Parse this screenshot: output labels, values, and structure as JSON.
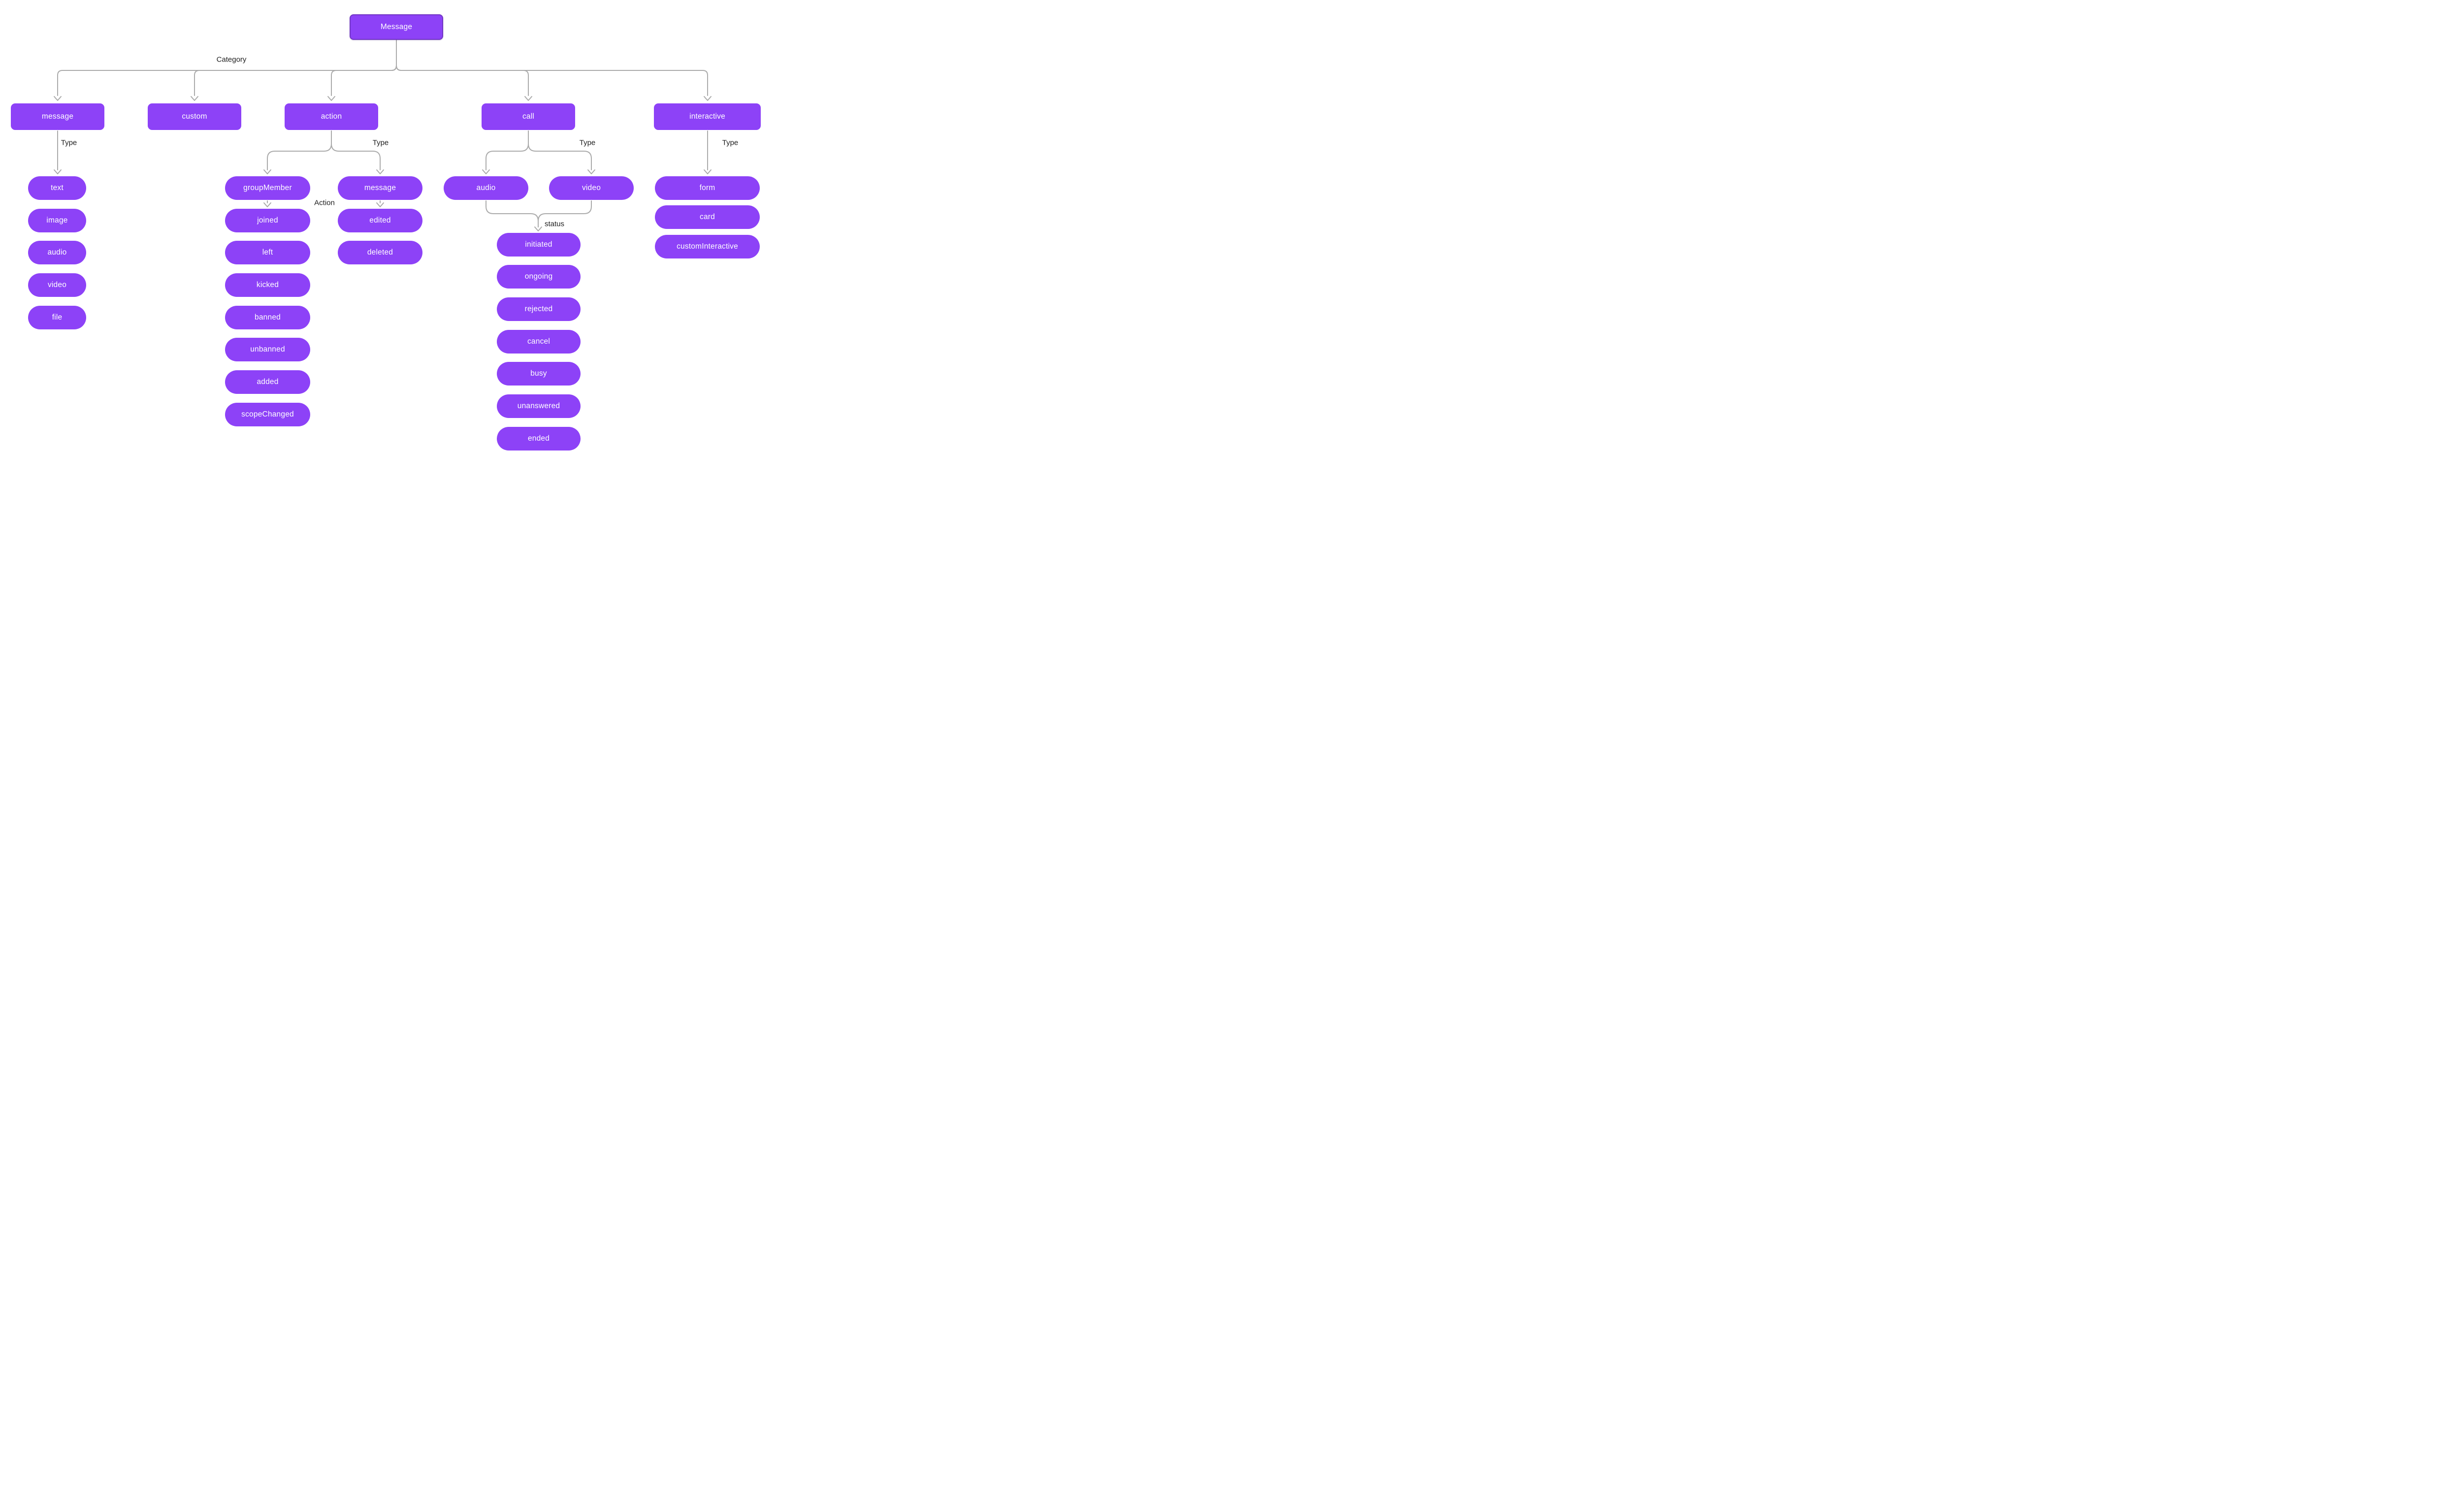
{
  "diagram": {
    "root": {
      "label": "Message"
    },
    "labels": {
      "category": "Category",
      "type": "Type",
      "action": "Action",
      "status": "status"
    },
    "colors": {
      "node_fill": "#8d42f7",
      "root_border": "#7136c4",
      "connector": "#ababab",
      "node_text": "#ffffff",
      "label_text": "#1e1e1e",
      "background": "#ffffff"
    },
    "branches": {
      "message": {
        "label": "message",
        "types": [
          "text",
          "image",
          "audio",
          "video",
          "file"
        ]
      },
      "custom": {
        "label": "custom"
      },
      "action": {
        "label": "action",
        "groupMember": {
          "label": "groupMember",
          "actions": [
            "joined",
            "left",
            "kicked",
            "banned",
            "unbanned",
            "added",
            "scopeChanged"
          ]
        },
        "message": {
          "label": "message",
          "actions": [
            "edited",
            "deleted"
          ]
        }
      },
      "call": {
        "label": "call",
        "types": [
          "audio",
          "video"
        ],
        "statuses": [
          "initiated",
          "ongoing",
          "rejected",
          "cancel",
          "busy",
          "unanswered",
          "ended"
        ]
      },
      "interactive": {
        "label": "interactive",
        "types": [
          "form",
          "card",
          "customInteractive"
        ]
      }
    }
  }
}
